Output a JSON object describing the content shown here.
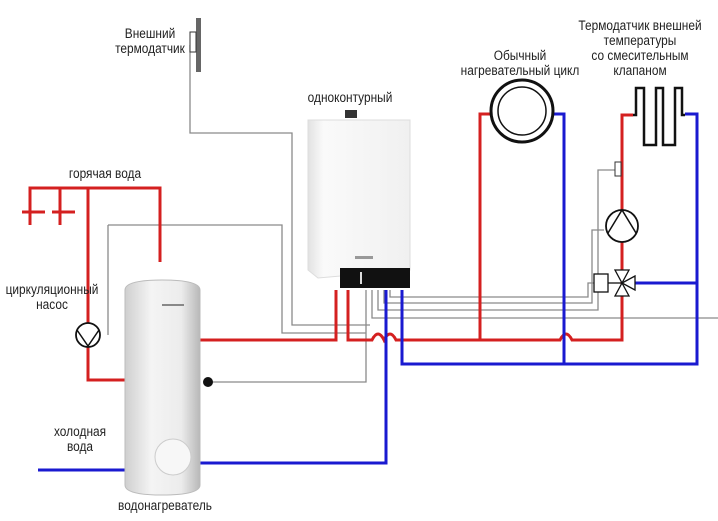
{
  "labels": {
    "external_sensor": [
      "Внешний",
      "термодатчик"
    ],
    "boiler": "одноконтурный",
    "heating_circuit": [
      "Обычный",
      "нагревательный цикл"
    ],
    "mixing_circuit": [
      "Термодатчик внешней",
      "температуры",
      "со смесительным",
      "клапаном"
    ],
    "hot_water": "горячая вода",
    "circ_pump": [
      "циркуляционный",
      "насос"
    ],
    "cold_water": [
      "холодная",
      "вода"
    ],
    "water_heater": "водонагреватель"
  },
  "colors": {
    "supply": "#d42020",
    "return": "#1a1ad0",
    "wire": "#8a8a8a",
    "symbol": "#111111"
  }
}
